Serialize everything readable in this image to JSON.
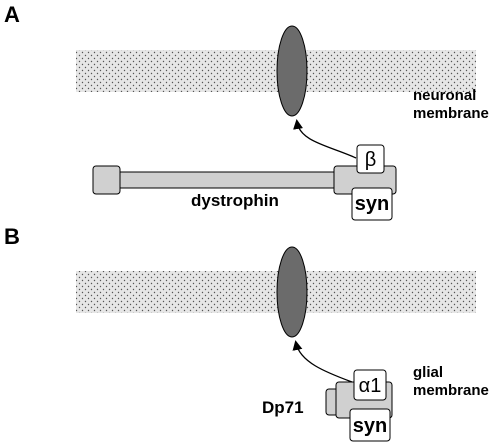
{
  "panels": {
    "a": {
      "label": "A",
      "membrane_label_line1": "neuronal",
      "membrane_label_line2": "membrane",
      "protein_label": "dystrophin",
      "beta_box": "β",
      "syn_box": "syn"
    },
    "b": {
      "label": "B",
      "membrane_label_line1": "glial",
      "membrane_label_line2": "membrane",
      "protein_label": "Dp71",
      "alpha_box": "α1",
      "syn_box": "syn"
    }
  },
  "colors": {
    "membrane_fill": "#e6e6e6",
    "membrane_dots": "#555555",
    "channel_fill": "#6b6b6b",
    "protein_fill": "#d0d0d0",
    "outline": "#000000",
    "box_fill": "#ffffff"
  }
}
